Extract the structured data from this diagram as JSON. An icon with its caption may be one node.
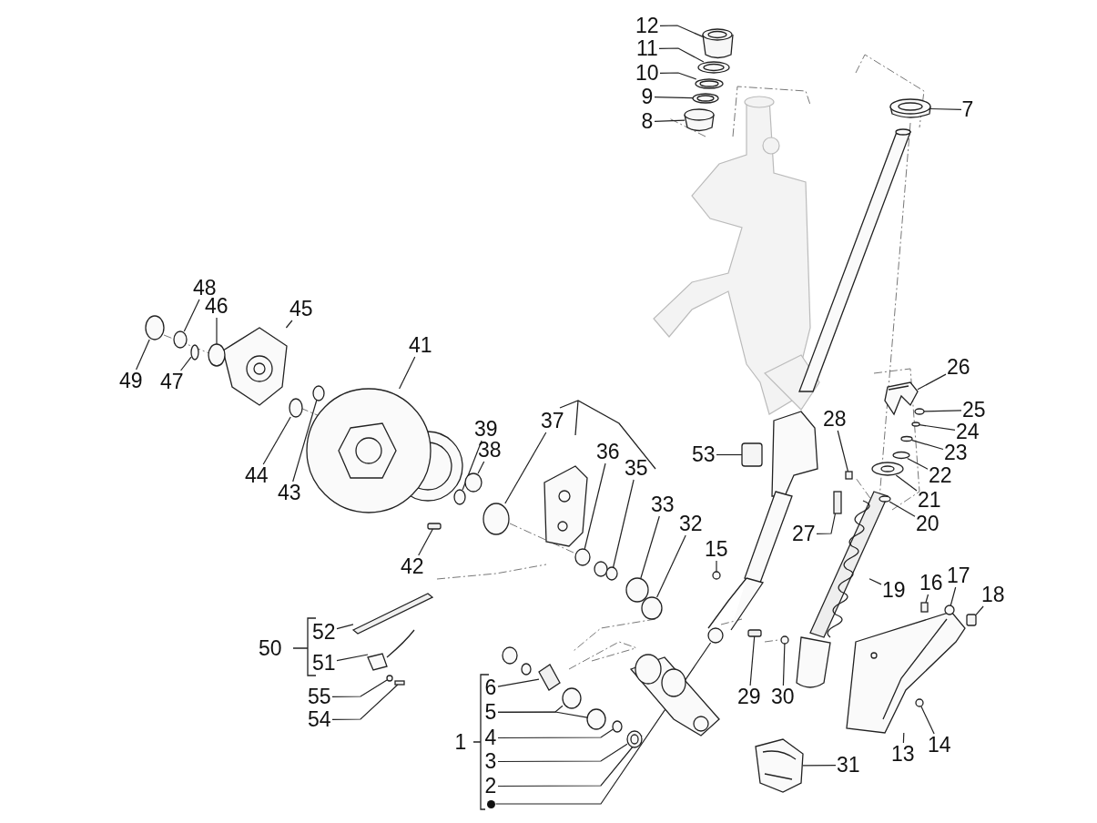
{
  "diagram": {
    "nodes": [
      {
        "text": [
          "1"
        ]
      },
      {
        "text": [
          "2"
        ]
      },
      {
        "text": [
          "3"
        ]
      },
      {
        "text": [
          "4"
        ]
      },
      {
        "text": [
          "5"
        ]
      },
      {
        "text": [
          "6"
        ]
      },
      {
        "text": [
          "7"
        ]
      },
      {
        "text": [
          "8"
        ]
      },
      {
        "text": [
          "9"
        ]
      },
      {
        "text": [
          "10"
        ]
      },
      {
        "text": [
          "11"
        ]
      },
      {
        "text": [
          "12"
        ]
      },
      {
        "text": [
          "13"
        ]
      },
      {
        "text": [
          "14"
        ]
      },
      {
        "text": [
          "15"
        ]
      },
      {
        "text": [
          "16"
        ]
      },
      {
        "text": [
          "17"
        ]
      },
      {
        "text": [
          "18"
        ]
      },
      {
        "text": [
          "19"
        ]
      },
      {
        "text": [
          "20"
        ]
      },
      {
        "text": [
          "21"
        ]
      },
      {
        "text": [
          "22"
        ]
      },
      {
        "text": [
          "23"
        ]
      },
      {
        "text": [
          "24"
        ]
      },
      {
        "text": [
          "25"
        ]
      },
      {
        "text": [
          "26"
        ]
      },
      {
        "text": [
          "27"
        ]
      },
      {
        "text": [
          "28"
        ]
      },
      {
        "text": [
          "29"
        ]
      },
      {
        "text": [
          "30"
        ]
      },
      {
        "text": [
          "31"
        ]
      },
      {
        "text": [
          "32"
        ]
      },
      {
        "text": [
          "33"
        ]
      },
      {
        "text": [
          "35"
        ]
      },
      {
        "text": [
          "36"
        ]
      },
      {
        "text": [
          "37"
        ]
      },
      {
        "text": [
          "38"
        ]
      },
      {
        "text": [
          "39"
        ]
      },
      {
        "text": [
          "41"
        ]
      },
      {
        "text": [
          "42"
        ]
      },
      {
        "text": [
          "43"
        ]
      },
      {
        "text": [
          "44"
        ]
      },
      {
        "text": [
          "45"
        ]
      },
      {
        "text": [
          "46"
        ]
      },
      {
        "text": [
          "47"
        ]
      },
      {
        "text": [
          "48"
        ]
      },
      {
        "text": [
          "49"
        ]
      },
      {
        "text": [
          "50"
        ]
      },
      {
        "text": [
          "51"
        ]
      },
      {
        "text": [
          "52"
        ]
      },
      {
        "text": [
          "53"
        ]
      },
      {
        "text": [
          "54"
        ]
      },
      {
        "text": [
          "55"
        ]
      },
      {
        "text": [],
        "shape": "circle"
      },
      {
        "text": [],
        "shape": "picture"
      },
      {
        "text": [],
        "shape": "circle"
      },
      {
        "text": [],
        "shape": "circle"
      },
      {
        "text": [],
        "shape": "circle"
      },
      {
        "text": [],
        "shape": "circle"
      },
      {
        "text": [],
        "shape": "bar"
      },
      {
        "text": [],
        "shape": "circle"
      },
      {
        "text": [],
        "shape": "cylinder"
      },
      {
        "text": [],
        "shape": "circle"
      },
      {
        "text": [],
        "shape": "circle"
      },
      {
        "text": [],
        "shape": "circle"
      },
      {
        "text": [],
        "shape": "cylinder"
      },
      {
        "text": [],
        "shape": "picture"
      },
      {
        "text": [],
        "shape": "circle"
      },
      {
        "text": [],
        "shape": "circle"
      },
      {
        "text": [],
        "shape": "box"
      },
      {
        "text": [],
        "shape": "circle"
      },
      {
        "text": [],
        "shape": "box"
      },
      {
        "text": [],
        "shape": "picture"
      },
      {
        "text": [],
        "shape": "circle"
      },
      {
        "text": [],
        "shape": "circle"
      },
      {
        "text": [],
        "shape": "circle"
      },
      {
        "text": [],
        "shape": "circle"
      },
      {
        "text": [],
        "shape": "circle"
      },
      {
        "text": [],
        "shape": "circle"
      },
      {
        "text": [],
        "shape": "picture"
      },
      {
        "text": [],
        "shape": "bar"
      },
      {
        "text": [],
        "shape": "box"
      },
      {
        "text": [],
        "shape": "bar"
      },
      {
        "text": [],
        "shape": "circle"
      },
      {
        "text": [],
        "shape": "picture"
      },
      {
        "text": [],
        "shape": "circle"
      },
      {
        "text": [],
        "shape": "circle"
      },
      {
        "text": [],
        "shape": "circle"
      },
      {
        "text": [],
        "shape": "circle"
      },
      {
        "text": [],
        "shape": "circle"
      },
      {
        "text": [],
        "shape": "circle"
      },
      {
        "text": [],
        "shape": "circle"
      },
      {
        "text": [],
        "shape": "picture"
      },
      {
        "text": [],
        "shape": "bar"
      },
      {
        "text": [],
        "shape": "circle"
      },
      {
        "text": [],
        "shape": "circle"
      },
      {
        "text": [],
        "shape": "picture"
      },
      {
        "text": [],
        "shape": "circle"
      },
      {
        "text": [],
        "shape": "circle"
      },
      {
        "text": [],
        "shape": "circle"
      },
      {
        "text": [],
        "shape": "circle"
      },
      {
        "text": [],
        "shape": "picture"
      },
      {
        "text": [],
        "shape": "bar"
      },
      {
        "text": [],
        "shape": "box"
      },
      {
        "text": [],
        "shape": "bar"
      },
      {
        "text": [],
        "shape": "circle"
      },
      {
        "text": [],
        "shape": "circle"
      }
    ],
    "edges": [
      {
        "from": 1,
        "to": 54,
        "arrow": "none"
      },
      {
        "from": 2,
        "to": 55,
        "arrow": "none"
      },
      {
        "from": 3,
        "to": 56,
        "arrow": "none"
      },
      {
        "from": 4,
        "to": 57,
        "arrow": "none"
      },
      {
        "from": 4,
        "to": 58,
        "arrow": "none"
      },
      {
        "from": 5,
        "to": 59,
        "arrow": "none"
      },
      {
        "from": 6,
        "to": 60,
        "arrow": "none"
      },
      {
        "from": 7,
        "to": 61,
        "arrow": "none"
      },
      {
        "from": 8,
        "to": 62,
        "arrow": "none"
      },
      {
        "from": 9,
        "to": 63,
        "arrow": "none"
      },
      {
        "from": 10,
        "to": 64,
        "arrow": "none"
      },
      {
        "from": 11,
        "to": 65,
        "arrow": "none"
      },
      {
        "from": 12,
        "to": 66,
        "arrow": "none"
      },
      {
        "from": 13,
        "to": 67,
        "arrow": "none"
      },
      {
        "from": 14,
        "to": 68,
        "arrow": "none"
      },
      {
        "from": 15,
        "to": 69,
        "arrow": "none"
      },
      {
        "from": 16,
        "to": 70,
        "arrow": "none"
      },
      {
        "from": 17,
        "to": 71,
        "arrow": "none"
      },
      {
        "from": 18,
        "to": 72,
        "arrow": "none"
      },
      {
        "from": 19,
        "to": 73,
        "arrow": "none"
      },
      {
        "from": 20,
        "to": 74,
        "arrow": "none"
      },
      {
        "from": 21,
        "to": 75,
        "arrow": "none"
      },
      {
        "from": 22,
        "to": 76,
        "arrow": "none"
      },
      {
        "from": 23,
        "to": 77,
        "arrow": "none"
      },
      {
        "from": 24,
        "to": 78,
        "arrow": "none"
      },
      {
        "from": 25,
        "to": 79,
        "arrow": "none"
      },
      {
        "from": 26,
        "to": 80,
        "arrow": "none"
      },
      {
        "from": 27,
        "to": 81,
        "arrow": "none"
      },
      {
        "from": 28,
        "to": 82,
        "arrow": "none"
      },
      {
        "from": 29,
        "to": 83,
        "arrow": "none"
      },
      {
        "from": 30,
        "to": 84,
        "arrow": "none"
      },
      {
        "from": 31,
        "to": 85,
        "arrow": "none"
      },
      {
        "from": 32,
        "to": 86,
        "arrow": "none"
      },
      {
        "from": 33,
        "to": 87,
        "arrow": "none"
      },
      {
        "from": 34,
        "to": 88,
        "arrow": "none"
      },
      {
        "from": 35,
        "to": 89,
        "arrow": "none"
      },
      {
        "from": 36,
        "to": 90,
        "arrow": "none"
      },
      {
        "from": 37,
        "to": 91,
        "arrow": "none"
      },
      {
        "from": 38,
        "to": 92,
        "arrow": "none"
      },
      {
        "from": 39,
        "to": 93,
        "arrow": "none"
      },
      {
        "from": 40,
        "to": 94,
        "arrow": "none"
      },
      {
        "from": 41,
        "to": 95,
        "arrow": "none"
      },
      {
        "from": 42,
        "to": 96,
        "arrow": "none"
      },
      {
        "from": 43,
        "to": 97,
        "arrow": "none"
      },
      {
        "from": 44,
        "to": 98,
        "arrow": "none"
      },
      {
        "from": 45,
        "to": 99,
        "arrow": "none"
      },
      {
        "from": 46,
        "to": 100,
        "arrow": "none"
      },
      {
        "from": 48,
        "to": 101,
        "arrow": "none"
      },
      {
        "from": 49,
        "to": 102,
        "arrow": "none"
      },
      {
        "from": 50,
        "to": 103,
        "arrow": "none"
      },
      {
        "from": 51,
        "to": 104,
        "arrow": "none"
      },
      {
        "from": 52,
        "to": 105,
        "arrow": "none"
      },
      {
        "from": 53,
        "to": 106,
        "arrow": "none"
      }
    ]
  }
}
